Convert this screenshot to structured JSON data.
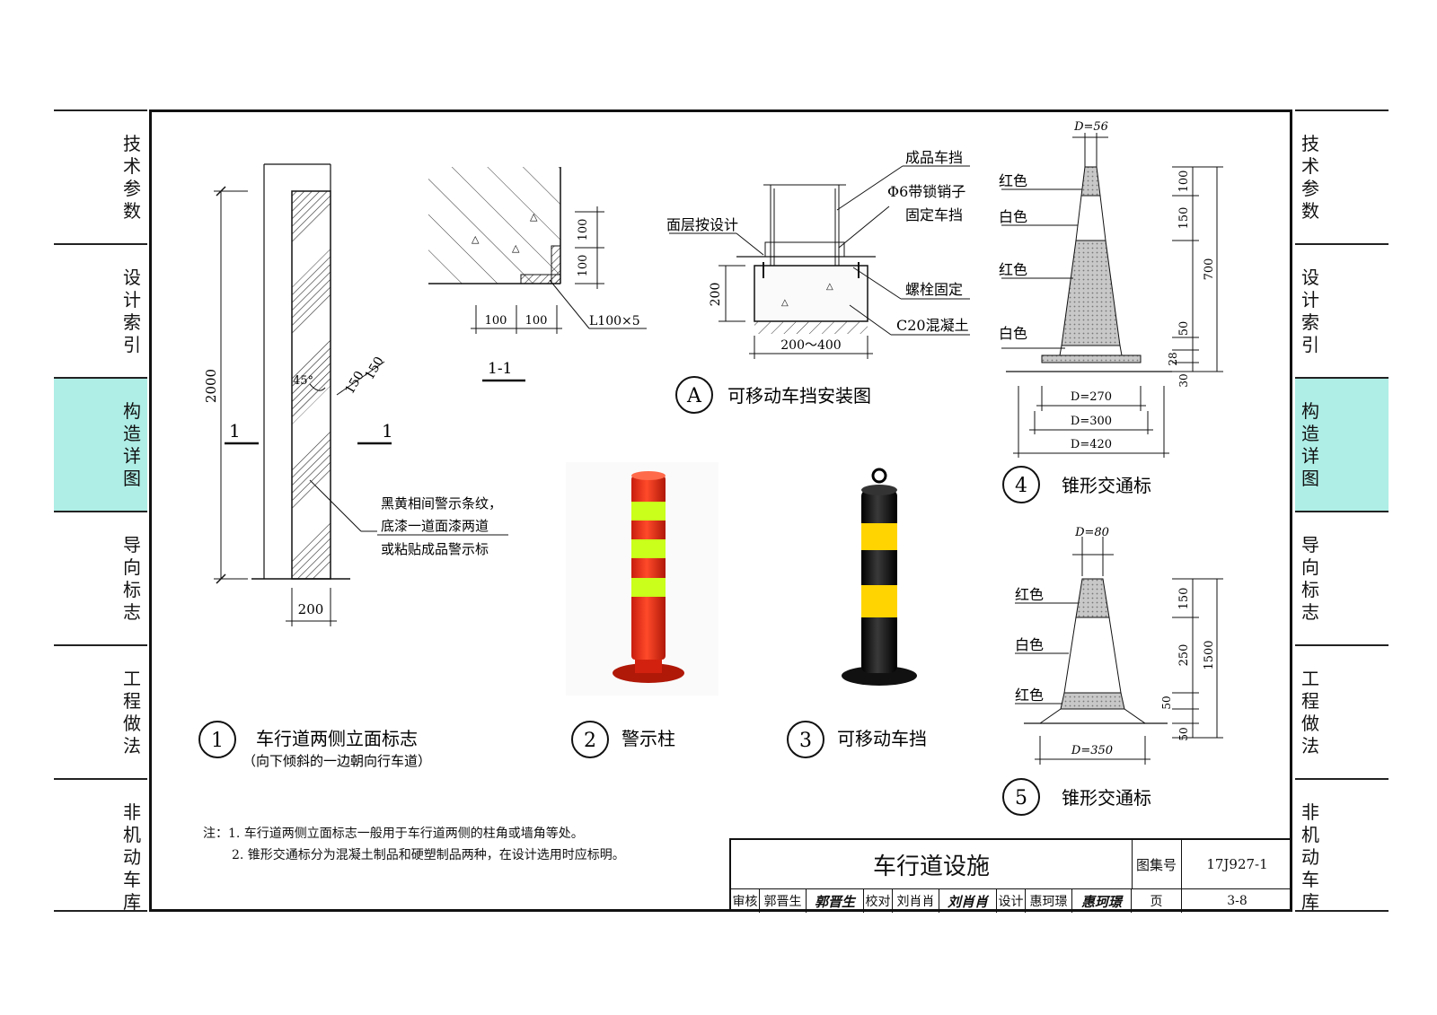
{
  "side_tabs": [
    "技术参数",
    "设计索引",
    "构造详图",
    "导向标志",
    "工程做法",
    "非机动车库"
  ],
  "active_tab": 2,
  "colors": {
    "tab_active": "#aeeee6",
    "cone_fill": "#bdbdbd",
    "post_red": "#f0321e",
    "post_yellow": "#c9ff1a",
    "stopper_black": "#111111",
    "stopper_yellow": "#ffd400"
  },
  "detail1": {
    "num": "1",
    "title": "车行道两侧立面标志",
    "subtitle": "（向下倾斜的一边朝向行车道）",
    "dim_height": "2000",
    "dim_width": "200",
    "dim_stripe_a": "150",
    "dim_stripe_b": "150",
    "angle": "45°",
    "section_mark": "1",
    "note_lines": [
      "黑黄相间警示条纹，",
      "底漆一道面漆两道",
      "或粘贴成品警示标"
    ]
  },
  "section11": {
    "label": "1-1",
    "dims_v": [
      "100",
      "100"
    ],
    "dims_h": [
      "100",
      "100"
    ],
    "angle_label": "L100×5"
  },
  "detailA": {
    "num": "A",
    "title": "可移动车挡安装图",
    "labels": [
      "成品车挡",
      "Φ6带锁销子",
      "固定车挡",
      "面层按设计",
      "螺栓固定",
      "C20混凝土"
    ],
    "dim_h": "200",
    "dim_w": "200～400"
  },
  "detail2": {
    "num": "2",
    "title": "警示柱"
  },
  "detail3": {
    "num": "3",
    "title": "可移动车挡"
  },
  "detail4": {
    "num": "4",
    "title": "锥形交通标",
    "colors_labels": [
      "红色",
      "白色",
      "红色",
      "白色"
    ],
    "d_top": "D=56",
    "d_base": [
      "D=270",
      "D=300",
      "D=420"
    ],
    "dims_v": [
      "100",
      "150",
      "50",
      "28",
      "30"
    ],
    "dim_total": "700"
  },
  "detail5": {
    "num": "5",
    "title": "锥形交通标",
    "colors_labels": [
      "红色",
      "白色",
      "红色"
    ],
    "d_top": "D=80",
    "d_base": "D=350",
    "dims_v": [
      "150",
      "250",
      "50",
      "50"
    ],
    "dim_total": "1500"
  },
  "notes": [
    "注：1. 车行道两侧立面标志一般用于车行道两侧的柱角或墙角等处。",
    "2. 锥形交通标分为混凝土制品和硬塑制品两种，在设计选用时应标明。"
  ],
  "titleblock": {
    "title": "车行道设施",
    "atlas_label": "图集号",
    "atlas_no": "17J927-1",
    "page_label": "页",
    "page_no": "3-8",
    "review_label": "审核",
    "review_name": "郭晋生",
    "review_sig": "郭晋生",
    "check_label": "校对",
    "check_name": "刘肖肖",
    "check_sig": "刘肖肖",
    "design_label": "设计",
    "design_name": "惠珂璟",
    "design_sig": "惠珂璟"
  }
}
